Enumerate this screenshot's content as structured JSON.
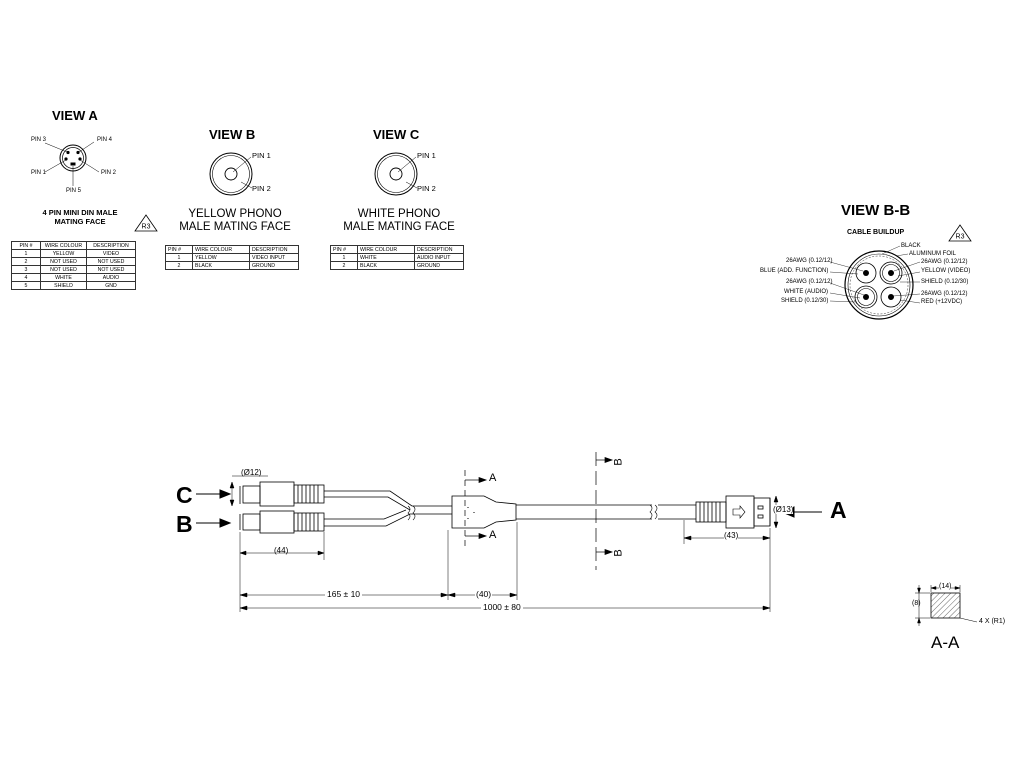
{
  "view_a": {
    "title": "VIEW A",
    "pins": [
      "PIN 3",
      "PIN 4",
      "PIN 1",
      "PIN 2",
      "PIN 5"
    ],
    "subtitle_line1": "4 PIN MINI DIN MALE",
    "subtitle_line2": "MATING FACE",
    "revision": "R3",
    "table": {
      "headers": [
        "PIN #",
        "WIRE COLOUR",
        "DESCRIPTION"
      ],
      "rows": [
        [
          "1",
          "YELLOW",
          "VIDEO"
        ],
        [
          "2",
          "NOT USED",
          "NOT USED"
        ],
        [
          "3",
          "NOT USED",
          "NOT USED"
        ],
        [
          "4",
          "WHITE",
          "AUDIO"
        ],
        [
          "5",
          "SHIELD",
          "GND"
        ]
      ]
    }
  },
  "view_b": {
    "title": "VIEW B",
    "pins": [
      "PIN 1",
      "PIN 2"
    ],
    "subtitle_line1": "YELLOW PHONO",
    "subtitle_line2": "MALE MATING FACE",
    "table": {
      "headers": [
        "PIN #",
        "WIRE COLOUR",
        "DESCRIPTION"
      ],
      "rows": [
        [
          "1",
          "YELLOW",
          "VIDEO INPUT"
        ],
        [
          "2",
          "BLACK",
          "GROUND"
        ]
      ]
    }
  },
  "view_c": {
    "title": "VIEW C",
    "pins": [
      "PIN 1",
      "PIN 2"
    ],
    "subtitle_line1": "WHITE PHONO",
    "subtitle_line2": "MALE MATING FACE",
    "table": {
      "headers": [
        "PIN #",
        "WIRE COLOUR",
        "DESCRIPTION"
      ],
      "rows": [
        [
          "1",
          "WHITE",
          "AUDIO INPUT"
        ],
        [
          "2",
          "BLACK",
          "GROUND"
        ]
      ]
    }
  },
  "view_bb": {
    "title": "VIEW B-B",
    "subtitle": "CABLE BUILDUP",
    "revision": "R3",
    "labels_left": [
      "26AWG (0.12/12)",
      "BLUE (ADD. FUNCTION)",
      "26AWG (0.12/12)",
      "WHITE (AUDIO)",
      "SHIELD (0.12/30)"
    ],
    "labels_right": [
      "BLACK",
      "ALUMINUM FOIL",
      "26AWG (0.12/12)",
      "YELLOW (VIDEO)",
      "SHIELD (0.12/30)",
      "26AWG (0.12/12)",
      "RED (+12VDC)"
    ]
  },
  "assembly": {
    "label_c": "C",
    "label_b": "B",
    "label_a": "A",
    "section_a_top": "A",
    "section_a_bottom": "A",
    "section_b_top": "B",
    "section_b_bottom": "B",
    "dim_phono_dia": "(Ø12)",
    "dim_phono_len": "(44)",
    "dim_din_dia": "(Ø13)",
    "dim_din_len": "(43)",
    "dim_split": "165 ± 10",
    "dim_molding": "(40)",
    "dim_total": "1000 ± 80"
  },
  "section_aa": {
    "title": "A-A",
    "dim_width": "(14)",
    "dim_height": "(8)",
    "dim_radius": "4 X (R1)"
  }
}
